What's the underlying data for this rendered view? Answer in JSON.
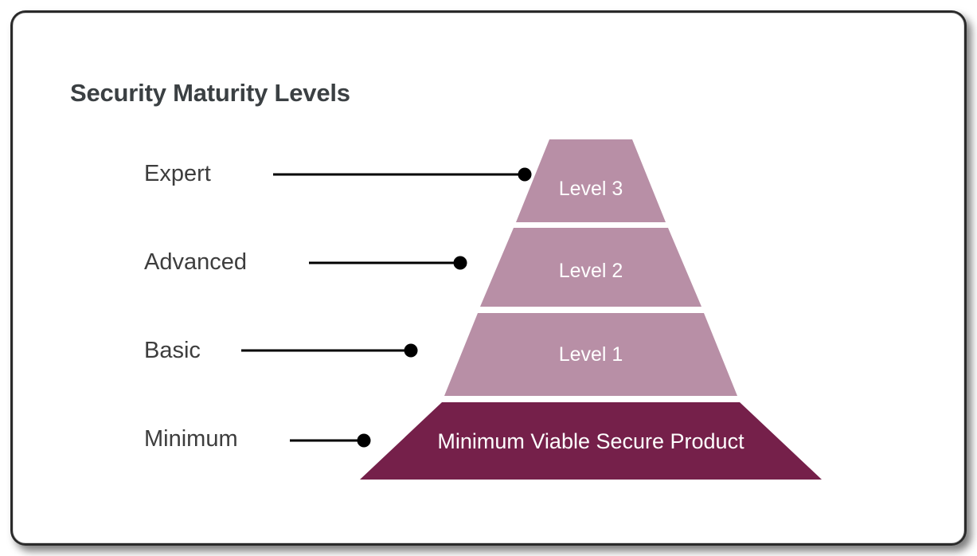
{
  "card": {
    "title": "Security Maturity Levels"
  },
  "colors": {
    "title_text": "#3b4043",
    "label_text": "#3d3d3d",
    "tier_upper": "#b88fa6",
    "tier_base": "#75204a",
    "tier_label_text": "#ffffff",
    "connector": "#000000",
    "card_background": "#ffffff",
    "card_border": "#2a2a2a"
  },
  "chart_data": {
    "type": "pyramid",
    "title": "Security Maturity Levels",
    "orientation": "bottom-wide",
    "tiers": [
      {
        "rank": 4,
        "side_label": "Expert",
        "tier_label": "Level 3",
        "color": "#b88fa6"
      },
      {
        "rank": 3,
        "side_label": "Advanced",
        "tier_label": "Level 2",
        "color": "#b88fa6"
      },
      {
        "rank": 2,
        "side_label": "Basic",
        "tier_label": "Level 1",
        "color": "#b88fa6"
      },
      {
        "rank": 1,
        "side_label": "Minimum",
        "tier_label": "Minimum Viable Secure Product",
        "color": "#75204a"
      }
    ],
    "legend": "none",
    "grid": false
  }
}
